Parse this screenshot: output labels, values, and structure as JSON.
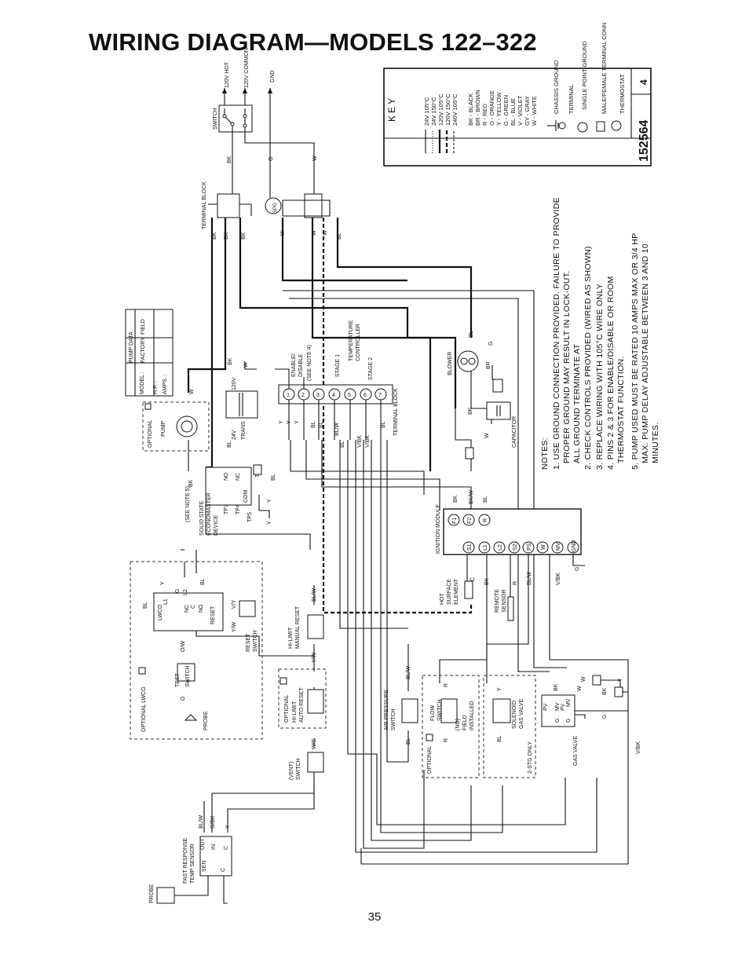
{
  "page": {
    "title": "WIRING DIAGRAM—MODELS 122–322",
    "page_number": "35"
  },
  "key": {
    "heading": "KEY",
    "wire_types": [
      "24V 105°C",
      "24V 150°C",
      "120V 105°C",
      "120V 150°C",
      "240V 105°C"
    ],
    "colors": [
      "BK - BLACK",
      "BR - BROWN",
      "R - RED",
      "O - ORANGE",
      "Y - YELLOW",
      "G - GREEN",
      "BL - BLUE",
      "V - VIOLET",
      "GY - GRAY",
      "W - WHITE"
    ],
    "symbols": [
      "CHASSIS GROUND",
      "TERMINAL",
      "SINGLE POINT GROUND",
      "MALE/FEMALE TERMINAL CONN",
      "THERMOSTAT"
    ],
    "diagram_number": "152564",
    "revision": "4"
  },
  "notes": {
    "heading": "NOTES:",
    "items": [
      "1. USE GROUND CONNECTION PROVIDED. FAILURE TO PROVIDE",
      "PROPER GROUND MAY RESULT IN LOCK-OUT.",
      "ALL GROUND TERMINATE AT",
      "2. CHECK CONTROLS PROVIDED (WIRED AS SHOWN)",
      "3. REPLACE WIRING WITH 105°C WIRE ONLY",
      "4. PINS 2 & 3 FOR ENABLE/DISABLE OR ROOM",
      "THERMOSTAT FUNCTION.",
      "5. PUMP USED MUST BE RATED 10 AMPS MAX OR 3/4 HP",
      "MAX. PUMP DELAY ADJUSTABLE BETWEEN 3 AND 10",
      "MINUTES."
    ]
  },
  "components": {
    "supply": [
      "120V HOT",
      "120V COMMON",
      "GND"
    ],
    "switch": "SWITCH",
    "terminal_block_top": "TERMINAL BLOCK",
    "spg": "SPG",
    "pump_data": {
      "title": "PUMP DATA",
      "factory": "FACTORY",
      "field": "FIELD",
      "model": "MODEL :",
      "hp": "H.P. :",
      "amps": "AMPS. :"
    },
    "optional_pump": [
      "OPTIONAL",
      "PUMP"
    ],
    "transformer": [
      "120V",
      "24V",
      "TRANS"
    ],
    "temp_controller": [
      "TEMPERATURE",
      "CONTROLLER"
    ],
    "enable_disable": [
      "ENABLE/",
      "DISABLE",
      "(SEE NOTE 4)"
    ],
    "stage1": "STAGE 1",
    "stage2": "STAGE 2",
    "terminal_block_mid": "TERMINAL BLOCK",
    "tb_pins": [
      "1",
      "2",
      "3",
      "4",
      "5",
      "6",
      "7"
    ],
    "blower": "BLOWER",
    "capacitor": "CAPACITOR",
    "economaster": [
      "(SEE NOTE 5)",
      "SOLID STATE",
      "ECONOMASTER",
      "DEVICE"
    ],
    "econo_pins": [
      "NO",
      "NC",
      "COM",
      "TP1",
      "TP3",
      "TP4",
      "TP5"
    ],
    "ignition_module": "IGNITION MODULE",
    "ign_top_pins": [
      "F1",
      "F2",
      "R"
    ],
    "ign_bottom_pins": [
      "S1",
      "L1",
      "L2",
      "S2",
      "PS",
      "W",
      "MV",
      "GND"
    ],
    "hot_surface": [
      "HOT",
      "SURFACE",
      "ELEMENT"
    ],
    "remote_sensor": [
      "REMOTE",
      "SENSOR"
    ],
    "lwco": [
      "OPTIONAL LWCO",
      "LWCO",
      "RESET",
      "NC",
      "C",
      "NO",
      "L1",
      "L2",
      "G"
    ],
    "reset_switch": [
      "RESET",
      "SWITCH"
    ],
    "test_switch": [
      "TEST",
      "SWITCH"
    ],
    "probe": "PROBE",
    "hilimit_manual": [
      "HI-LIMIT",
      "MANUAL RESET"
    ],
    "hilimit_auto": [
      "OPTIONAL",
      "HI-LIMIT",
      "AUTO RESET"
    ],
    "vent_switch": [
      "(VENT)",
      "SWITCH"
    ],
    "air_pressure": [
      "AIR PRESSURE",
      "SWITCH"
    ],
    "flow_switch": [
      "FLOW",
      "SWITCH",
      "(NO)",
      "FIELD",
      "INSTALLED"
    ],
    "optional": "OPTIONAL",
    "solenoid": [
      "SOLENOID",
      "GAS VALVE",
      "2-STG ONLY"
    ],
    "gas_valve": [
      "GAS VALVE",
      "PV",
      "MV",
      "PV",
      "MV",
      "G",
      "G"
    ],
    "temp_sensor": [
      "FAST RESPONSE",
      "TEMP SENSOR",
      "OUT",
      "IN",
      "C",
      "SEN",
      "C"
    ],
    "probe_bottom": "PROBE"
  },
  "wire_labels": {
    "bk": "BK",
    "w": "W",
    "g": "G",
    "bl": "BL",
    "y": "Y",
    "r": "R",
    "blw": "BL/W",
    "vbk": "V/BK",
    "ow": "O/W",
    "yw": "Y/W",
    "wg": "W/G",
    "vy": "V/Y",
    "gbk": "G/BK",
    "bkw": "BK/W",
    "br": "BR",
    "o": "O",
    "c": "C"
  }
}
